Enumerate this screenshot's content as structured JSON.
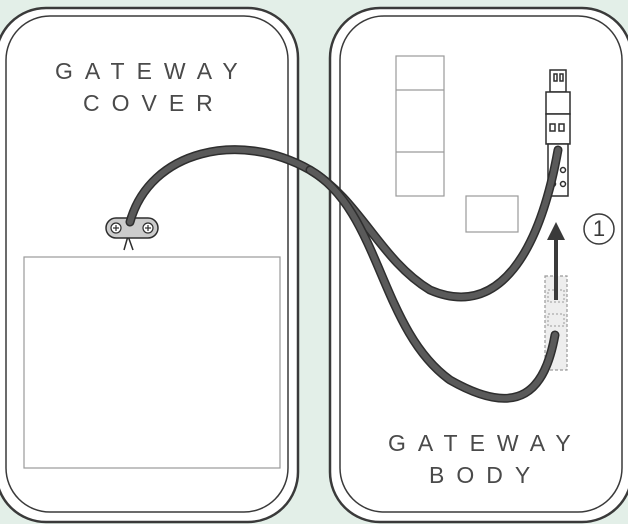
{
  "panels": {
    "cover": {
      "line1": "GATEWAY",
      "line2": "COVER"
    },
    "body": {
      "line1": "GATEWAY",
      "line2": "BODY"
    }
  },
  "step": {
    "number": "1",
    "direction": "up"
  },
  "colors": {
    "background": "#e3efe8",
    "panel_fill": "#ffffff",
    "panel_outline": "#3a3a3a",
    "cable": "#555555",
    "cable_outline": "#2e2e2e",
    "arrow": "#3a3a3a",
    "outline_light": "#9a9a9a"
  },
  "icons": [
    "cable-icon",
    "cable-clip-icon",
    "connector-icon",
    "up-arrow-icon"
  ]
}
